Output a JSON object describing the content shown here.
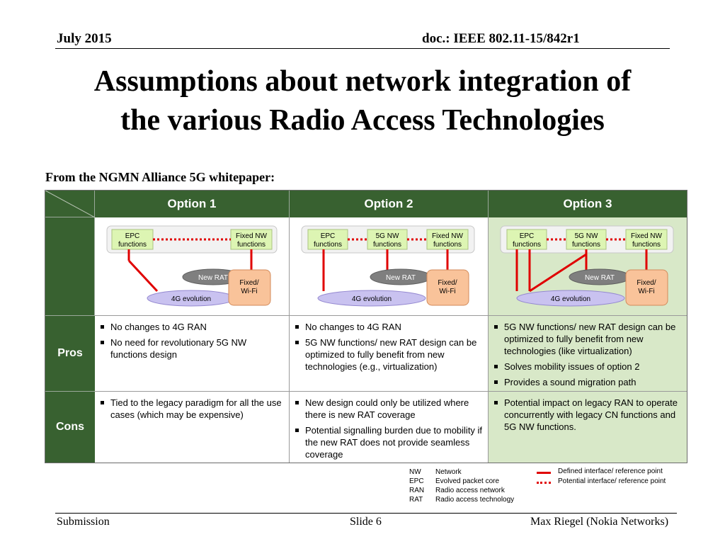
{
  "header": {
    "date": "July 2015",
    "doc": "doc.: IEEE 802.11-15/842r1"
  },
  "title": {
    "line1": "Assumptions about network integration of",
    "line2": "the various Radio Access Technologies"
  },
  "subtitle": "From the NGMN Alliance 5G whitepaper:",
  "table": {
    "options": [
      "Option 1",
      "Option 2",
      "Option 3"
    ],
    "row_labels": {
      "pros": "Pros",
      "cons": "Cons"
    },
    "diagram_labels": {
      "epc_1": "EPC",
      "epc_2": "functions",
      "fixed_1": "Fixed NW",
      "fixed_2": "functions",
      "fivegnw_1": "5G NW",
      "fivegnw_2": "functions",
      "newrat": "New RAT",
      "fixedwifi_1": "Fixed/",
      "fixedwifi_2": "Wi-Fi",
      "evo": "4G evolution"
    },
    "colors": {
      "header_green": "#386130",
      "option3_fill": "#d8e8c8",
      "interface_red": "#e00000",
      "nw_box": "#ddf5b3",
      "newrat_fill": "#7f7f7f",
      "evo_fill": "#c9c2f0",
      "wifi_fill": "#f9c39a"
    },
    "pros": [
      [
        "No changes to 4G RAN",
        "No need for revolutionary 5G NW functions design"
      ],
      [
        "No changes to 4G RAN",
        "5G NW functions/ new RAT design can be optimized to fully benefit from new technologies (e.g., virtualization)"
      ],
      [
        "5G NW functions/ new RAT design can be optimized to fully benefit from new technologies (like virtualization)",
        "Solves mobility issues of option 2",
        "Provides a sound migration path"
      ]
    ],
    "cons": [
      [
        "Tied to the legacy paradigm for all the use cases (which may be expensive)"
      ],
      [
        "New design could only be utilized where there is new RAT coverage",
        "Potential signalling  burden due to mobility if the new RAT does not provide seamless coverage"
      ],
      [
        "Potential impact on legacy RAN to operate concurrently with legacy CN functions and 5G NW functions."
      ]
    ]
  },
  "legend": {
    "abbreviations": [
      {
        "abbr": "NW",
        "full": "Network"
      },
      {
        "abbr": "EPC",
        "full": "Evolved packet core"
      },
      {
        "abbr": "RAN",
        "full": "Radio access network"
      },
      {
        "abbr": "RAT",
        "full": "Radio access technology"
      }
    ],
    "defined": "Defined interface/ reference point",
    "potential": "Potential interface/ reference point"
  },
  "footer": {
    "left": "Submission",
    "center": "Slide 6",
    "right": "Max Riegel (Nokia Networks)"
  }
}
